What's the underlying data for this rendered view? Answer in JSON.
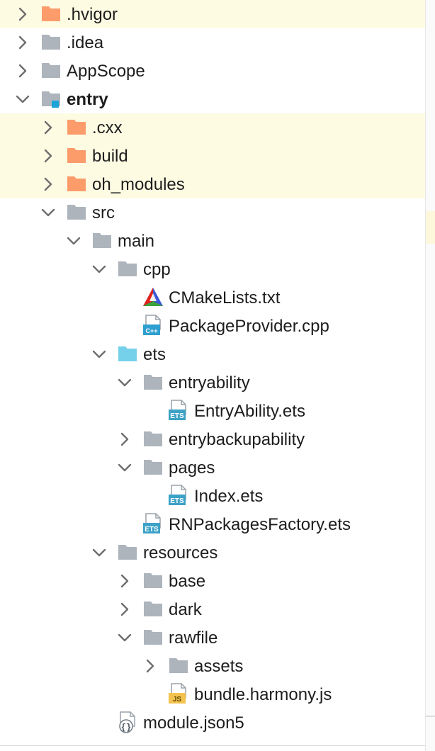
{
  "colors": {
    "folder_excluded": "#fb9c6a",
    "folder_normal": "#adb4bc",
    "folder_source": "#75d1ea",
    "module_badge": "#1aa4d8",
    "row_highlight": "#fefbe3",
    "text": "#1d1d1d"
  },
  "tree": [
    {
      "label": ".hvigor",
      "depth": 0,
      "arrow": "collapsed",
      "icon": "folder-excluded",
      "highlight": true,
      "bold": false
    },
    {
      "label": ".idea",
      "depth": 0,
      "arrow": "collapsed",
      "icon": "folder",
      "highlight": false,
      "bold": false
    },
    {
      "label": "AppScope",
      "depth": 0,
      "arrow": "collapsed",
      "icon": "folder",
      "highlight": false,
      "bold": false
    },
    {
      "label": "entry",
      "depth": 0,
      "arrow": "expanded",
      "icon": "folder-module",
      "highlight": false,
      "bold": true
    },
    {
      "label": ".cxx",
      "depth": 1,
      "arrow": "collapsed",
      "icon": "folder-excluded",
      "highlight": true,
      "bold": false
    },
    {
      "label": "build",
      "depth": 1,
      "arrow": "collapsed",
      "icon": "folder-excluded",
      "highlight": true,
      "bold": false
    },
    {
      "label": "oh_modules",
      "depth": 1,
      "arrow": "collapsed",
      "icon": "folder-excluded",
      "highlight": true,
      "bold": false
    },
    {
      "label": "src",
      "depth": 1,
      "arrow": "expanded",
      "icon": "folder",
      "highlight": false,
      "bold": false
    },
    {
      "label": "main",
      "depth": 2,
      "arrow": "expanded",
      "icon": "folder",
      "highlight": false,
      "bold": false
    },
    {
      "label": "cpp",
      "depth": 3,
      "arrow": "expanded",
      "icon": "folder",
      "highlight": false,
      "bold": false
    },
    {
      "label": "CMakeLists.txt",
      "depth": 4,
      "arrow": "none",
      "icon": "cmake-file",
      "highlight": false,
      "bold": false
    },
    {
      "label": "PackageProvider.cpp",
      "depth": 4,
      "arrow": "none",
      "icon": "cpp-file",
      "highlight": false,
      "bold": false
    },
    {
      "label": "ets",
      "depth": 3,
      "arrow": "expanded",
      "icon": "folder-source",
      "highlight": false,
      "bold": false
    },
    {
      "label": "entryability",
      "depth": 4,
      "arrow": "expanded",
      "icon": "folder",
      "highlight": false,
      "bold": false
    },
    {
      "label": "EntryAbility.ets",
      "depth": 5,
      "arrow": "none",
      "icon": "ets-file",
      "highlight": false,
      "bold": false
    },
    {
      "label": "entrybackupability",
      "depth": 4,
      "arrow": "collapsed",
      "icon": "folder",
      "highlight": false,
      "bold": false
    },
    {
      "label": "pages",
      "depth": 4,
      "arrow": "expanded",
      "icon": "folder",
      "highlight": false,
      "bold": false
    },
    {
      "label": "Index.ets",
      "depth": 5,
      "arrow": "none",
      "icon": "ets-file",
      "highlight": false,
      "bold": false
    },
    {
      "label": "RNPackagesFactory.ets",
      "depth": 4,
      "arrow": "none",
      "icon": "ets-file",
      "highlight": false,
      "bold": false
    },
    {
      "label": "resources",
      "depth": 3,
      "arrow": "expanded",
      "icon": "folder",
      "highlight": false,
      "bold": false
    },
    {
      "label": "base",
      "depth": 4,
      "arrow": "collapsed",
      "icon": "folder",
      "highlight": false,
      "bold": false
    },
    {
      "label": "dark",
      "depth": 4,
      "arrow": "collapsed",
      "icon": "folder",
      "highlight": false,
      "bold": false
    },
    {
      "label": "rawfile",
      "depth": 4,
      "arrow": "expanded",
      "icon": "folder",
      "highlight": false,
      "bold": false
    },
    {
      "label": "assets",
      "depth": 5,
      "arrow": "collapsed",
      "icon": "folder",
      "highlight": false,
      "bold": false
    },
    {
      "label": "bundle.harmony.js",
      "depth": 5,
      "arrow": "none",
      "icon": "js-file",
      "highlight": false,
      "bold": false
    },
    {
      "label": "module.json5",
      "depth": 3,
      "arrow": "none",
      "icon": "json-file",
      "highlight": false,
      "bold": false
    }
  ]
}
